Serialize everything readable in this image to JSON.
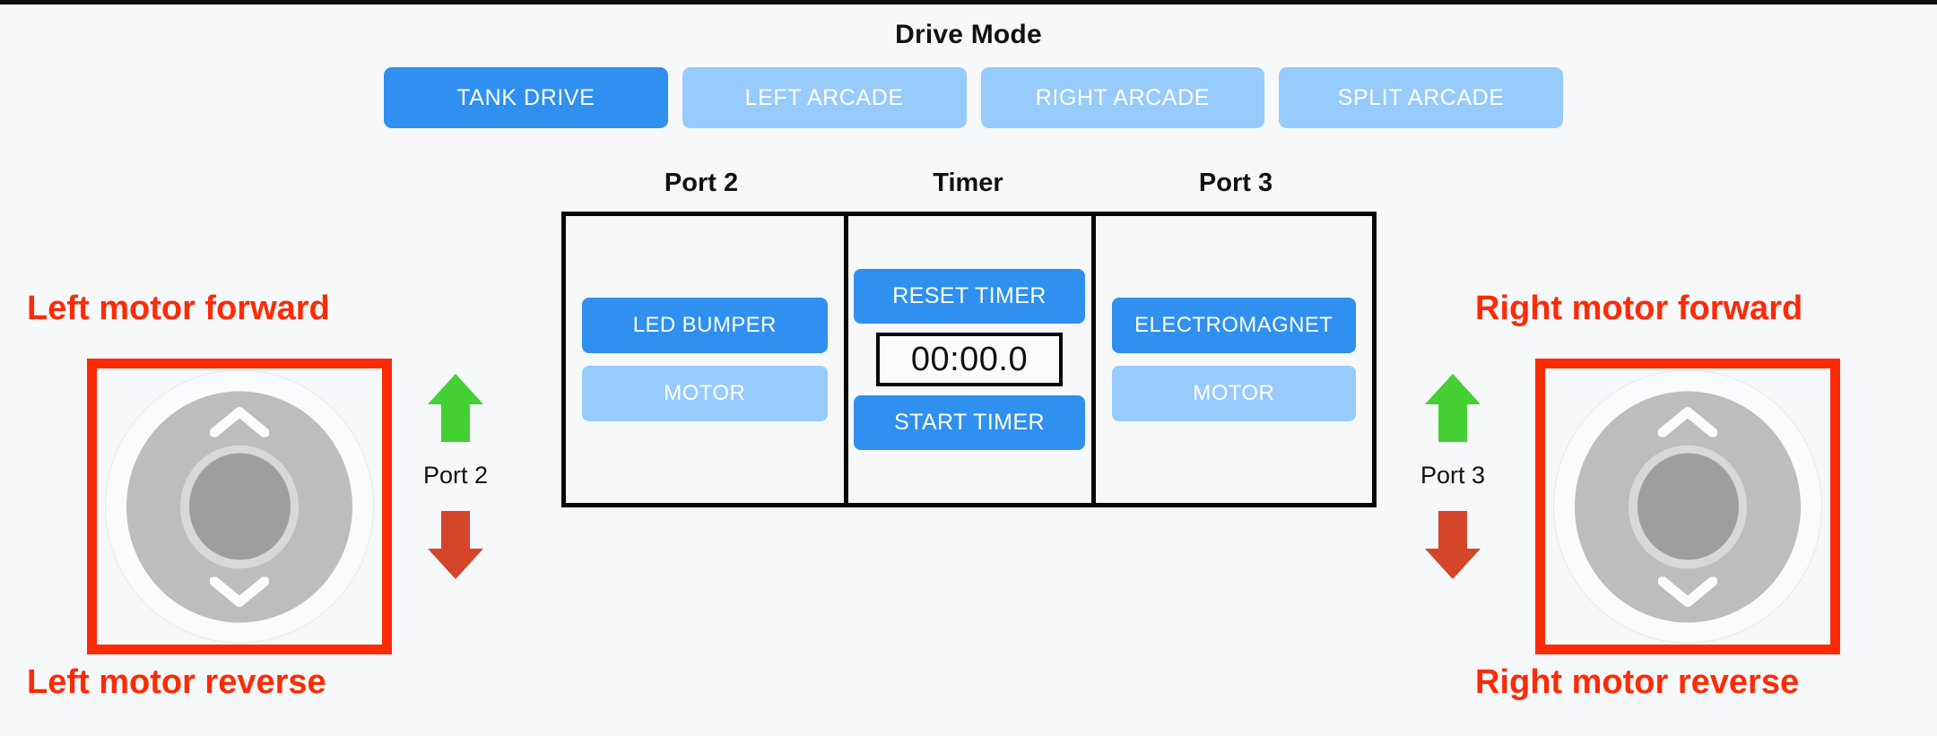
{
  "drive_mode": {
    "title": "Drive Mode",
    "modes": [
      {
        "label": "TANK DRIVE",
        "active": true
      },
      {
        "label": "LEFT ARCADE",
        "active": false
      },
      {
        "label": "RIGHT ARCADE",
        "active": false
      },
      {
        "label": "SPLIT ARCADE",
        "active": false
      }
    ]
  },
  "panel": {
    "port2": {
      "header": "Port 2",
      "buttons": [
        {
          "label": "LED BUMPER",
          "state": "on"
        },
        {
          "label": "MOTOR",
          "state": "off"
        }
      ]
    },
    "timer": {
      "header": "Timer",
      "reset_label": "RESET TIMER",
      "display": "00:00.0",
      "start_label": "START TIMER"
    },
    "port3": {
      "header": "Port 3",
      "buttons": [
        {
          "label": "ELECTROMAGNET",
          "state": "on"
        },
        {
          "label": "MOTOR",
          "state": "off"
        }
      ]
    }
  },
  "left_stick": {
    "forward_annotation": "Left motor forward",
    "reverse_annotation": "Left motor reverse",
    "port_label": "Port 2",
    "up_icon": "chevron-up-icon",
    "down_icon": "chevron-down-icon",
    "forward_arrow_icon": "arrow-up-icon",
    "reverse_arrow_icon": "arrow-down-icon"
  },
  "right_stick": {
    "forward_annotation": "Right motor forward",
    "reverse_annotation": "Right motor reverse",
    "port_label": "Port 3",
    "up_icon": "chevron-up-icon",
    "down_icon": "chevron-down-icon",
    "forward_arrow_icon": "arrow-up-icon",
    "reverse_arrow_icon": "arrow-down-icon"
  },
  "colors": {
    "background": "#f7f8fa",
    "accent_blue_active": "#2f90f0",
    "accent_blue_inactive": "#96cbfc",
    "annotation_red": "#fc2b06",
    "arrow_green": "#44cf33",
    "arrow_red": "#d4452a",
    "panel_border": "#080808",
    "joystick_base": "#bdbdbd",
    "joystick_knob": "#9e9e9e"
  }
}
